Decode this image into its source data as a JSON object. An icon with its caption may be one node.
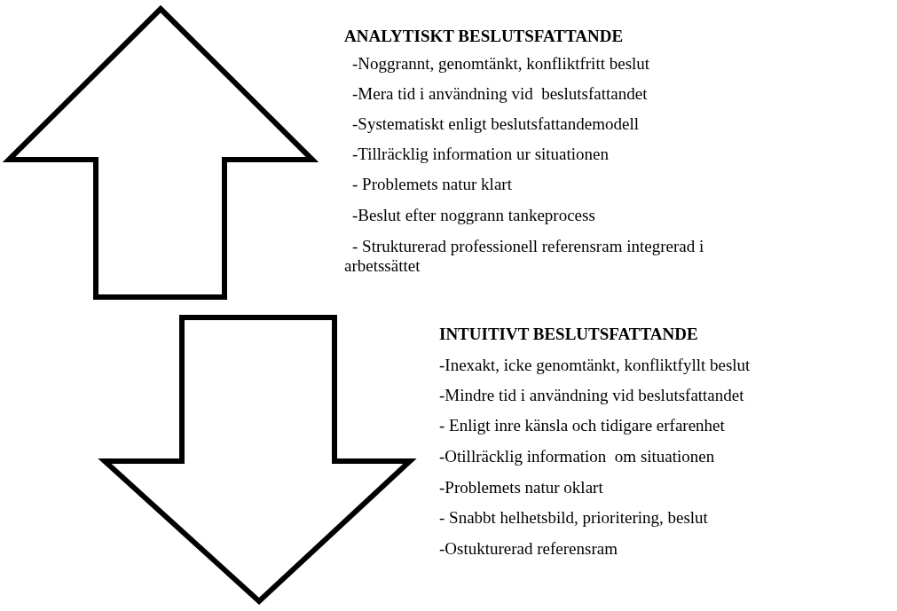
{
  "diagram": {
    "labels": [
      "ANALYTISKT BESLUTSFATTANDE",
      "-Noggrannt, genomtänkt, konfliktfritt beslut",
      "-Mera tid i användning vid  beslutsfattandet",
      "-Systematiskt enligt beslutsfattandemodell",
      "-Tillräcklig information ur situationen",
      "- Problemets natur klart",
      "-Beslut efter noggrann tankeprocess",
      "- Strukturerad professionell referensram integrerad i arbetssättet",
      "INTUITIVT BESLUTSFATTANDE",
      "-Inexakt, icke genomtänkt, konfliktfyllt beslut",
      "-Mindre tid i användning vid beslutsfattandet",
      "- Enligt inre känsla och tidigare erfarenhet",
      "-Otillräcklig information  om situationen",
      "-Problemets natur oklart",
      "- Snabbt helhetsbild, prioritering, beslut",
      "-Ostukturerad referensram"
    ]
  }
}
